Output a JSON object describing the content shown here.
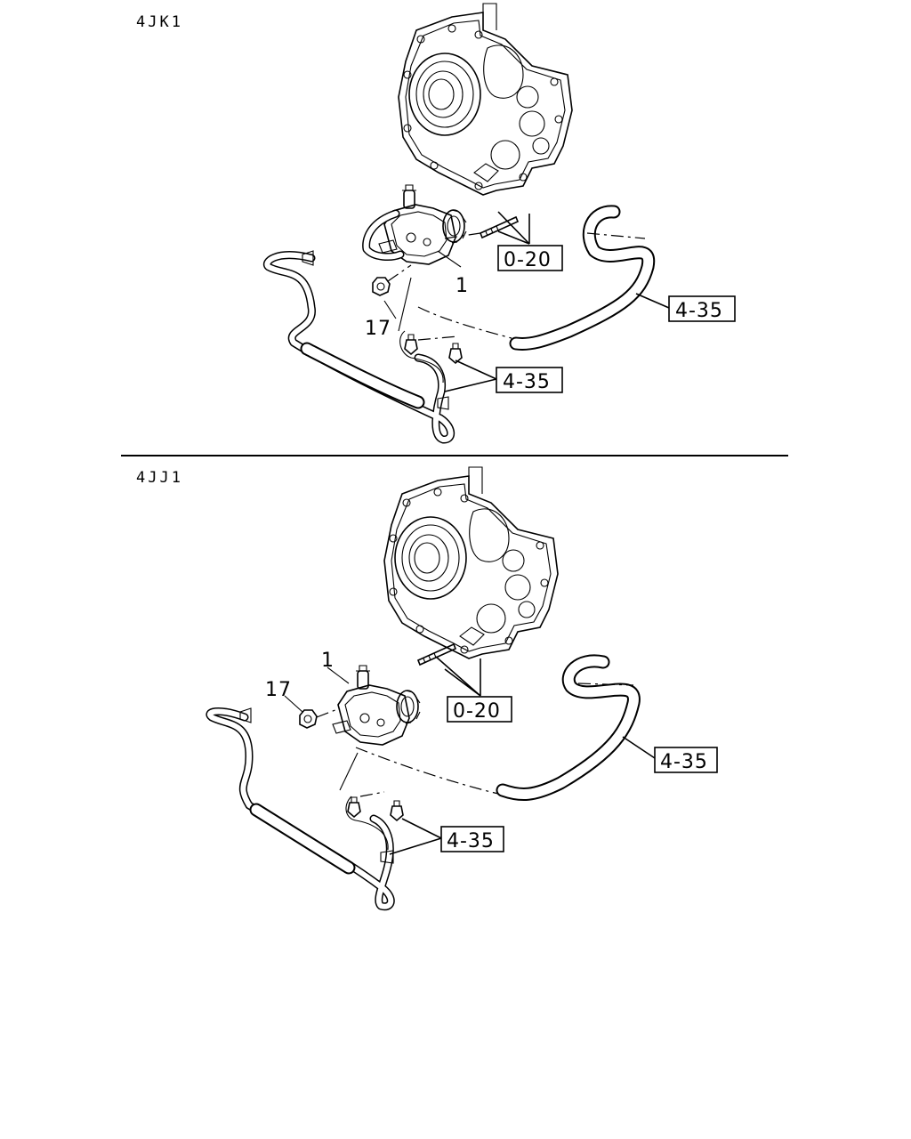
{
  "sections": [
    {
      "model": "4JK1",
      "labels": {
        "part_pump": "1",
        "part_nut": "17",
        "ref_stud": "0-20",
        "ref_hose_upper": "4-35",
        "ref_hose_lower": "4-35"
      }
    },
    {
      "model": "4JJ1",
      "labels": {
        "part_pump": "1",
        "part_nut": "17",
        "ref_stud": "0-20",
        "ref_hose_upper": "4-35",
        "ref_hose_lower": "4-35"
      }
    }
  ]
}
